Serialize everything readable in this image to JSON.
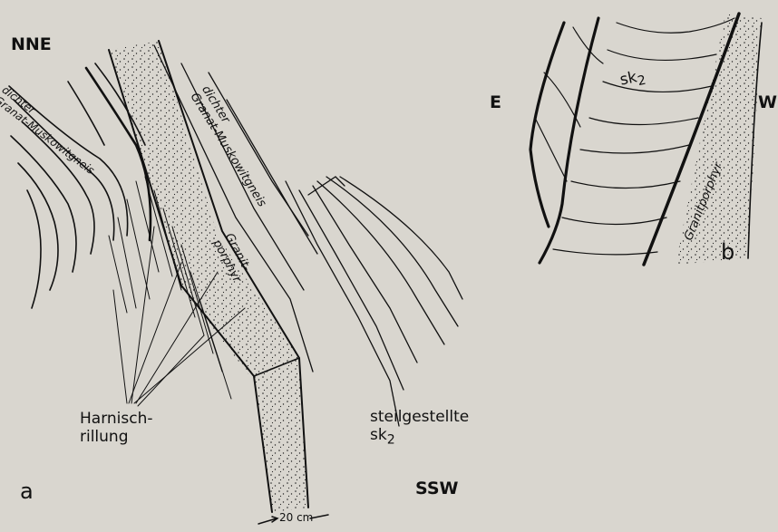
{
  "sketch_a": {
    "panel_label": "a",
    "dir_top": "NNE",
    "dir_bottom": "SSW",
    "left_rock_line1": "dichter",
    "left_rock_line2": "Granat-Muskowitgneis",
    "mid_rock_line1": "dichter",
    "mid_rock_line2": "Granat-Muskowitgneis",
    "porphyry_line1": "Granit-",
    "porphyry_line2": "porphyr",
    "harnisch_line1": "Harnisch-",
    "harnisch_line2": "rillung",
    "steil_line1": "steilgestellte",
    "steil_line2": "sk",
    "steil_sub": "2",
    "scale": "20 cm"
  },
  "sketch_b": {
    "panel_label": "b",
    "dir_left": "E",
    "dir_right": "W",
    "sk_label": "sk",
    "sk_sub": "2",
    "porphyry": "Granitporphyr"
  }
}
